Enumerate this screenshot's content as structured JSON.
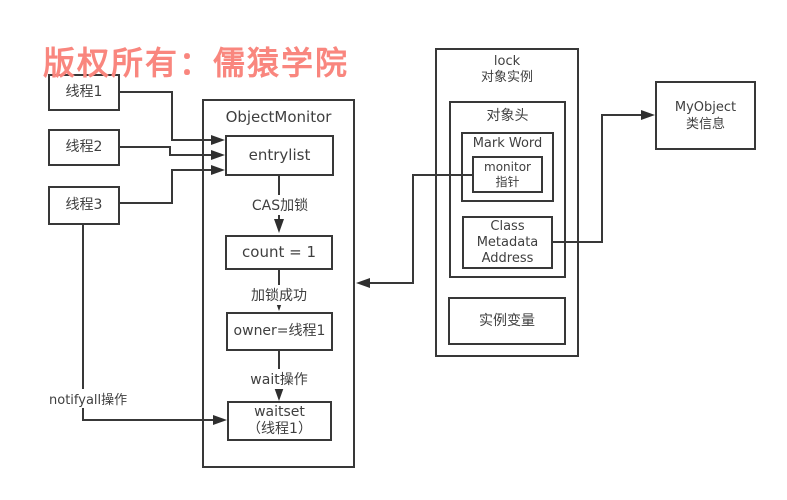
{
  "watermark": {
    "text": "版权所有：儒猿学院",
    "color": "#f9867e"
  },
  "threads": [
    {
      "label": "线程1"
    },
    {
      "label": "线程2"
    },
    {
      "label": "线程3"
    }
  ],
  "object_monitor": {
    "title": "ObjectMonitor",
    "entrylist": "entrylist",
    "cas_lock_label": "CAS加锁",
    "count": "count = 1",
    "lock_success_label": "加锁成功",
    "owner": "owner=线程1",
    "wait_label": "wait操作",
    "waitset": "waitset\n（线程1）"
  },
  "notifyall_label": "notifyall操作",
  "lock_object": {
    "title": "lock\n对象实例",
    "object_header": {
      "title": "对象头",
      "mark_word_title": "Mark Word",
      "monitor_pointer": "monitor\n指针",
      "class_metadata": "Class\nMetadata\nAddress"
    },
    "instance_variables": "实例变量"
  },
  "my_object": {
    "label": "MyObject\n类信息"
  },
  "colors": {
    "line": "#383838",
    "text": "#3f3f3f",
    "watermark": "#f9867e",
    "background": "#ffffff"
  }
}
